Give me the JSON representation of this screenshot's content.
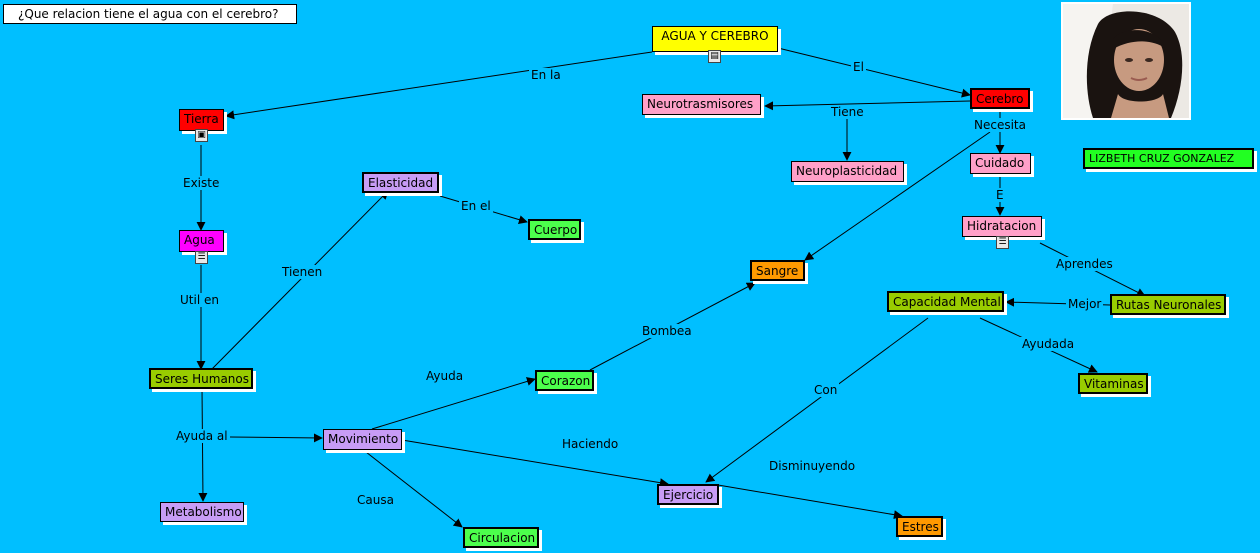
{
  "question": "¿Que relacion tiene el agua con el cerebro?",
  "author": "LIZBETH CRUZ GONZALEZ",
  "nodes": [
    {
      "id": "agua-cerebro",
      "label": "AGUA Y CEREBRO",
      "color": "#ffff00",
      "icon": "film-icon"
    },
    {
      "id": "tierra",
      "label": "Tierra",
      "color": "#ff0000",
      "icon": "image-icon"
    },
    {
      "id": "cerebro",
      "label": "Cerebro",
      "color": "#ff0000"
    },
    {
      "id": "neurotrasmisores",
      "label": "Neurotrasmisores",
      "color": "#ffa0c8"
    },
    {
      "id": "neuroplasticidad",
      "label": "Neuroplasticidad",
      "color": "#ffa0c8"
    },
    {
      "id": "cuidado",
      "label": "Cuidado",
      "color": "#ffa0c8"
    },
    {
      "id": "hidratacion",
      "label": "Hidratacion",
      "color": "#ffa0c8",
      "icon": "document-icon"
    },
    {
      "id": "agua",
      "label": "Agua",
      "color": "#ff00ff",
      "icon": "document-icon"
    },
    {
      "id": "elasticidad",
      "label": "Elasticidad",
      "color": "#c79cf5"
    },
    {
      "id": "cuerpo",
      "label": "Cuerpo",
      "color": "#4cff4c"
    },
    {
      "id": "sangre",
      "label": "Sangre",
      "color": "#ff9900"
    },
    {
      "id": "capacidad",
      "label": "Capacidad Mental",
      "color": "#99cc00"
    },
    {
      "id": "rutas",
      "label": "Rutas Neuronales",
      "color": "#99cc00"
    },
    {
      "id": "seres",
      "label": "Seres Humanos",
      "color": "#99cc00"
    },
    {
      "id": "corazon",
      "label": "Corazon",
      "color": "#4cff4c"
    },
    {
      "id": "vitaminas",
      "label": "Vitaminas",
      "color": "#99cc00"
    },
    {
      "id": "movimiento",
      "label": "Movimiento",
      "color": "#c79cf5"
    },
    {
      "id": "ejercicio",
      "label": "Ejercicio",
      "color": "#c79cf5"
    },
    {
      "id": "metabolismo",
      "label": "Metabolismo",
      "color": "#c79cf5"
    },
    {
      "id": "estres",
      "label": "Estres",
      "color": "#ff9900"
    },
    {
      "id": "circulacion",
      "label": "Circulacion",
      "color": "#4cff4c"
    },
    {
      "id": "author",
      "label": "LIZBETH CRUZ GONZALEZ",
      "color": "#22ff22"
    }
  ],
  "link_labels": [
    "En la",
    "El",
    "Tiene",
    "Necesita",
    "E",
    "Existe",
    "Util en",
    "Tienen",
    "En el",
    "Aprendes",
    "Mejor",
    "Bombea",
    "Ayudada",
    "Ayuda",
    "Con",
    "Ayuda al",
    "Haciendo",
    "Disminuyendo",
    "Causa"
  ]
}
